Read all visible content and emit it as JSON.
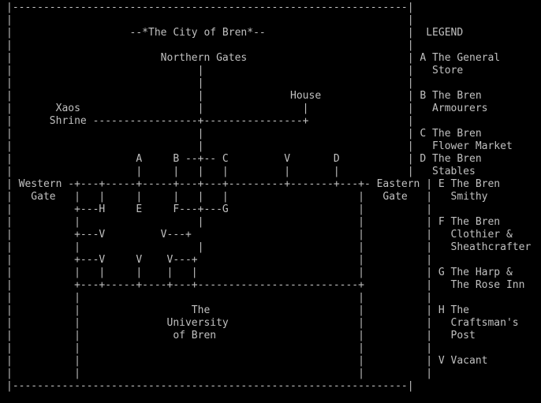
{
  "screen": {
    "foreground": "#c0c0c0",
    "background": "#000000",
    "rows": [
      "|----------------------------------------------------------------|",
      "|                                                                |",
      "|                   --*The City of Bren*--                       |  LEGEND",
      "|                                                                |",
      "|                        Northern Gates                          | A The General",
      "|                              |                                 |   Store",
      "|                              |                                 |",
      "|                              |              House              | B The Bren",
      "|       Xaos                   |                |                |   Armourers",
      "|      Shrine -----------------+----------------+                |",
      "|                              |                                 | C The Bren",
      "|                              |                                 |   Flower Market",
      "|                    A     B --+-- C         V       D           | D The Bren",
      "|                    |     |   |   |         |       |           |   Stables",
      "| Western -+---+-----+-----+---+---+---------+-------+---+- Eastern | E The Bren",
      "|   Gate   |   |     |     |   |   |                     |   Gate   |   Smithy",
      "|          +---H     E     F---+---G                     |          |",
      "|          |                   |                         |          | F The Bren",
      "|          +---V         V---+                           |          |   Clothier &",
      "|          |                   |                         |          |   Sheathcrafter",
      "|          +---V     V    V---+                          |          |",
      "|          |   |     |    |   |                          |          | G The Harp &",
      "|          +---+-----+----+---+--------------------------+          |   The Rose Inn",
      "|          |                                             |          |",
      "|          |                  The                        |          | H The",
      "|          |              University                     |          |   Craftsman's",
      "|          |               of Bren                       |          |   Post",
      "|          |                                             |          |",
      "|          |                                             |          | V Vacant",
      "|          |                                             |          |",
      "|----------------------------------------------------------------|"
    ]
  }
}
